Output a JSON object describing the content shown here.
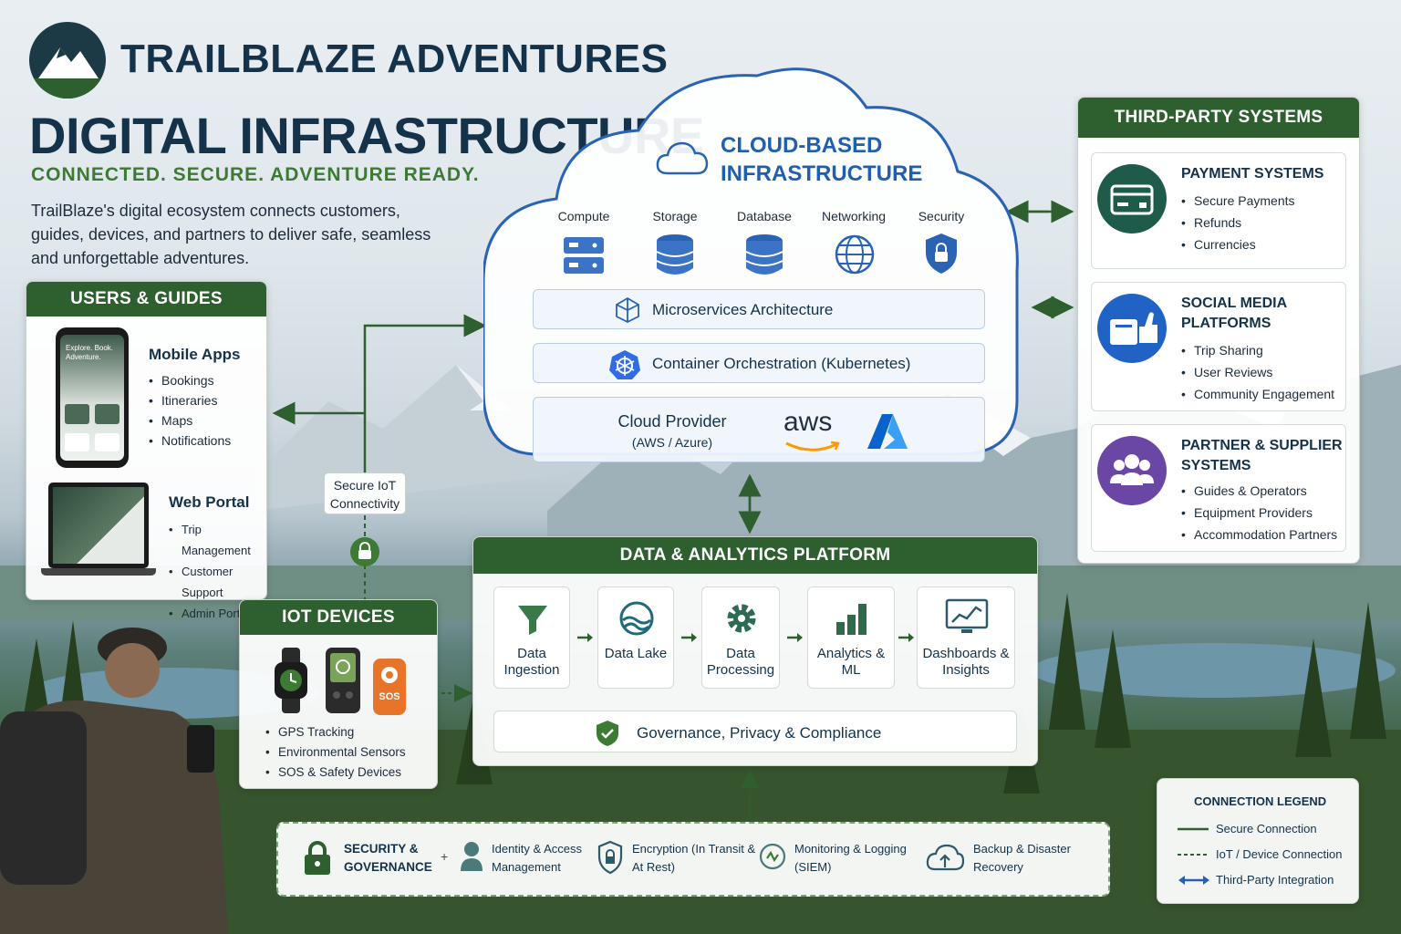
{
  "header": {
    "brand": "TRAILBLAZE ADVENTURES",
    "title": "DIGITAL INFRASTRUCTURE",
    "tagline": "CONNECTED. SECURE. ADVENTURE READY.",
    "intro": "TrailBlaze's digital ecosystem connects customers, guides, devices, and partners to deliver safe, seamless and unforgettable adventures."
  },
  "users": {
    "title": "USERS & GUIDES",
    "phone_screen": "Explore. Book. Adventure.",
    "mobile": {
      "title": "Mobile Apps",
      "items": [
        "Bookings",
        "Itineraries",
        "Maps",
        "Notifications"
      ]
    },
    "web": {
      "title": "Web Portal",
      "items": [
        "Trip Management",
        "Customer Support",
        "Admin Portal"
      ]
    }
  },
  "iot_connectivity_label": "Secure IoT Connectivity",
  "iot": {
    "title": "IOT DEVICES",
    "sos_label": "SOS",
    "items": [
      "GPS Tracking",
      "Environmental Sensors",
      "SOS & Safety Devices"
    ]
  },
  "cloud": {
    "title": "CLOUD-BASED INFRASTRUCTURE",
    "services": [
      "Compute",
      "Storage",
      "Database",
      "Networking",
      "Security"
    ],
    "layers": [
      "Microservices Architecture",
      "Container Orchestration (Kubernetes)"
    ],
    "provider": {
      "title": "Cloud Provider",
      "subtitle": "(AWS / Azure)",
      "aws_logo": "aws"
    }
  },
  "third_party": {
    "title": "THIRD-PARTY SYSTEMS",
    "groups": [
      {
        "title": "PAYMENT SYSTEMS",
        "items": [
          "Secure Payments",
          "Refunds",
          "Currencies"
        ]
      },
      {
        "title": "SOCIAL MEDIA PLATFORMS",
        "items": [
          "Trip Sharing",
          "User Reviews",
          "Community Engagement"
        ]
      },
      {
        "title": "PARTNER & SUPPLIER SYSTEMS",
        "items": [
          "Guides & Operators",
          "Equipment Providers",
          "Accommodation Partners"
        ]
      }
    ]
  },
  "data_platform": {
    "title": "DATA & ANALYTICS PLATFORM",
    "stages": [
      "Data Ingestion",
      "Data Lake",
      "Data Processing",
      "Analytics & ML",
      "Dashboards & Insights"
    ],
    "governance": "Governance, Privacy & Compliance"
  },
  "security": {
    "title": "SECURITY & GOVERNANCE",
    "items": [
      "Identity & Access Management",
      "Encryption (In Transit & At Rest)",
      "Monitoring & Logging (SIEM)",
      "Backup & Disaster Recovery"
    ]
  },
  "legend": {
    "title": "CONNECTION LEGEND",
    "items": [
      "Secure Connection",
      "IoT / Device Connection",
      "Third-Party Integration"
    ]
  },
  "colors": {
    "brand_green": "#2e5f2f",
    "cloud_blue": "#1f5fae",
    "navy": "#14324a",
    "accent_green": "#3d7a33"
  }
}
